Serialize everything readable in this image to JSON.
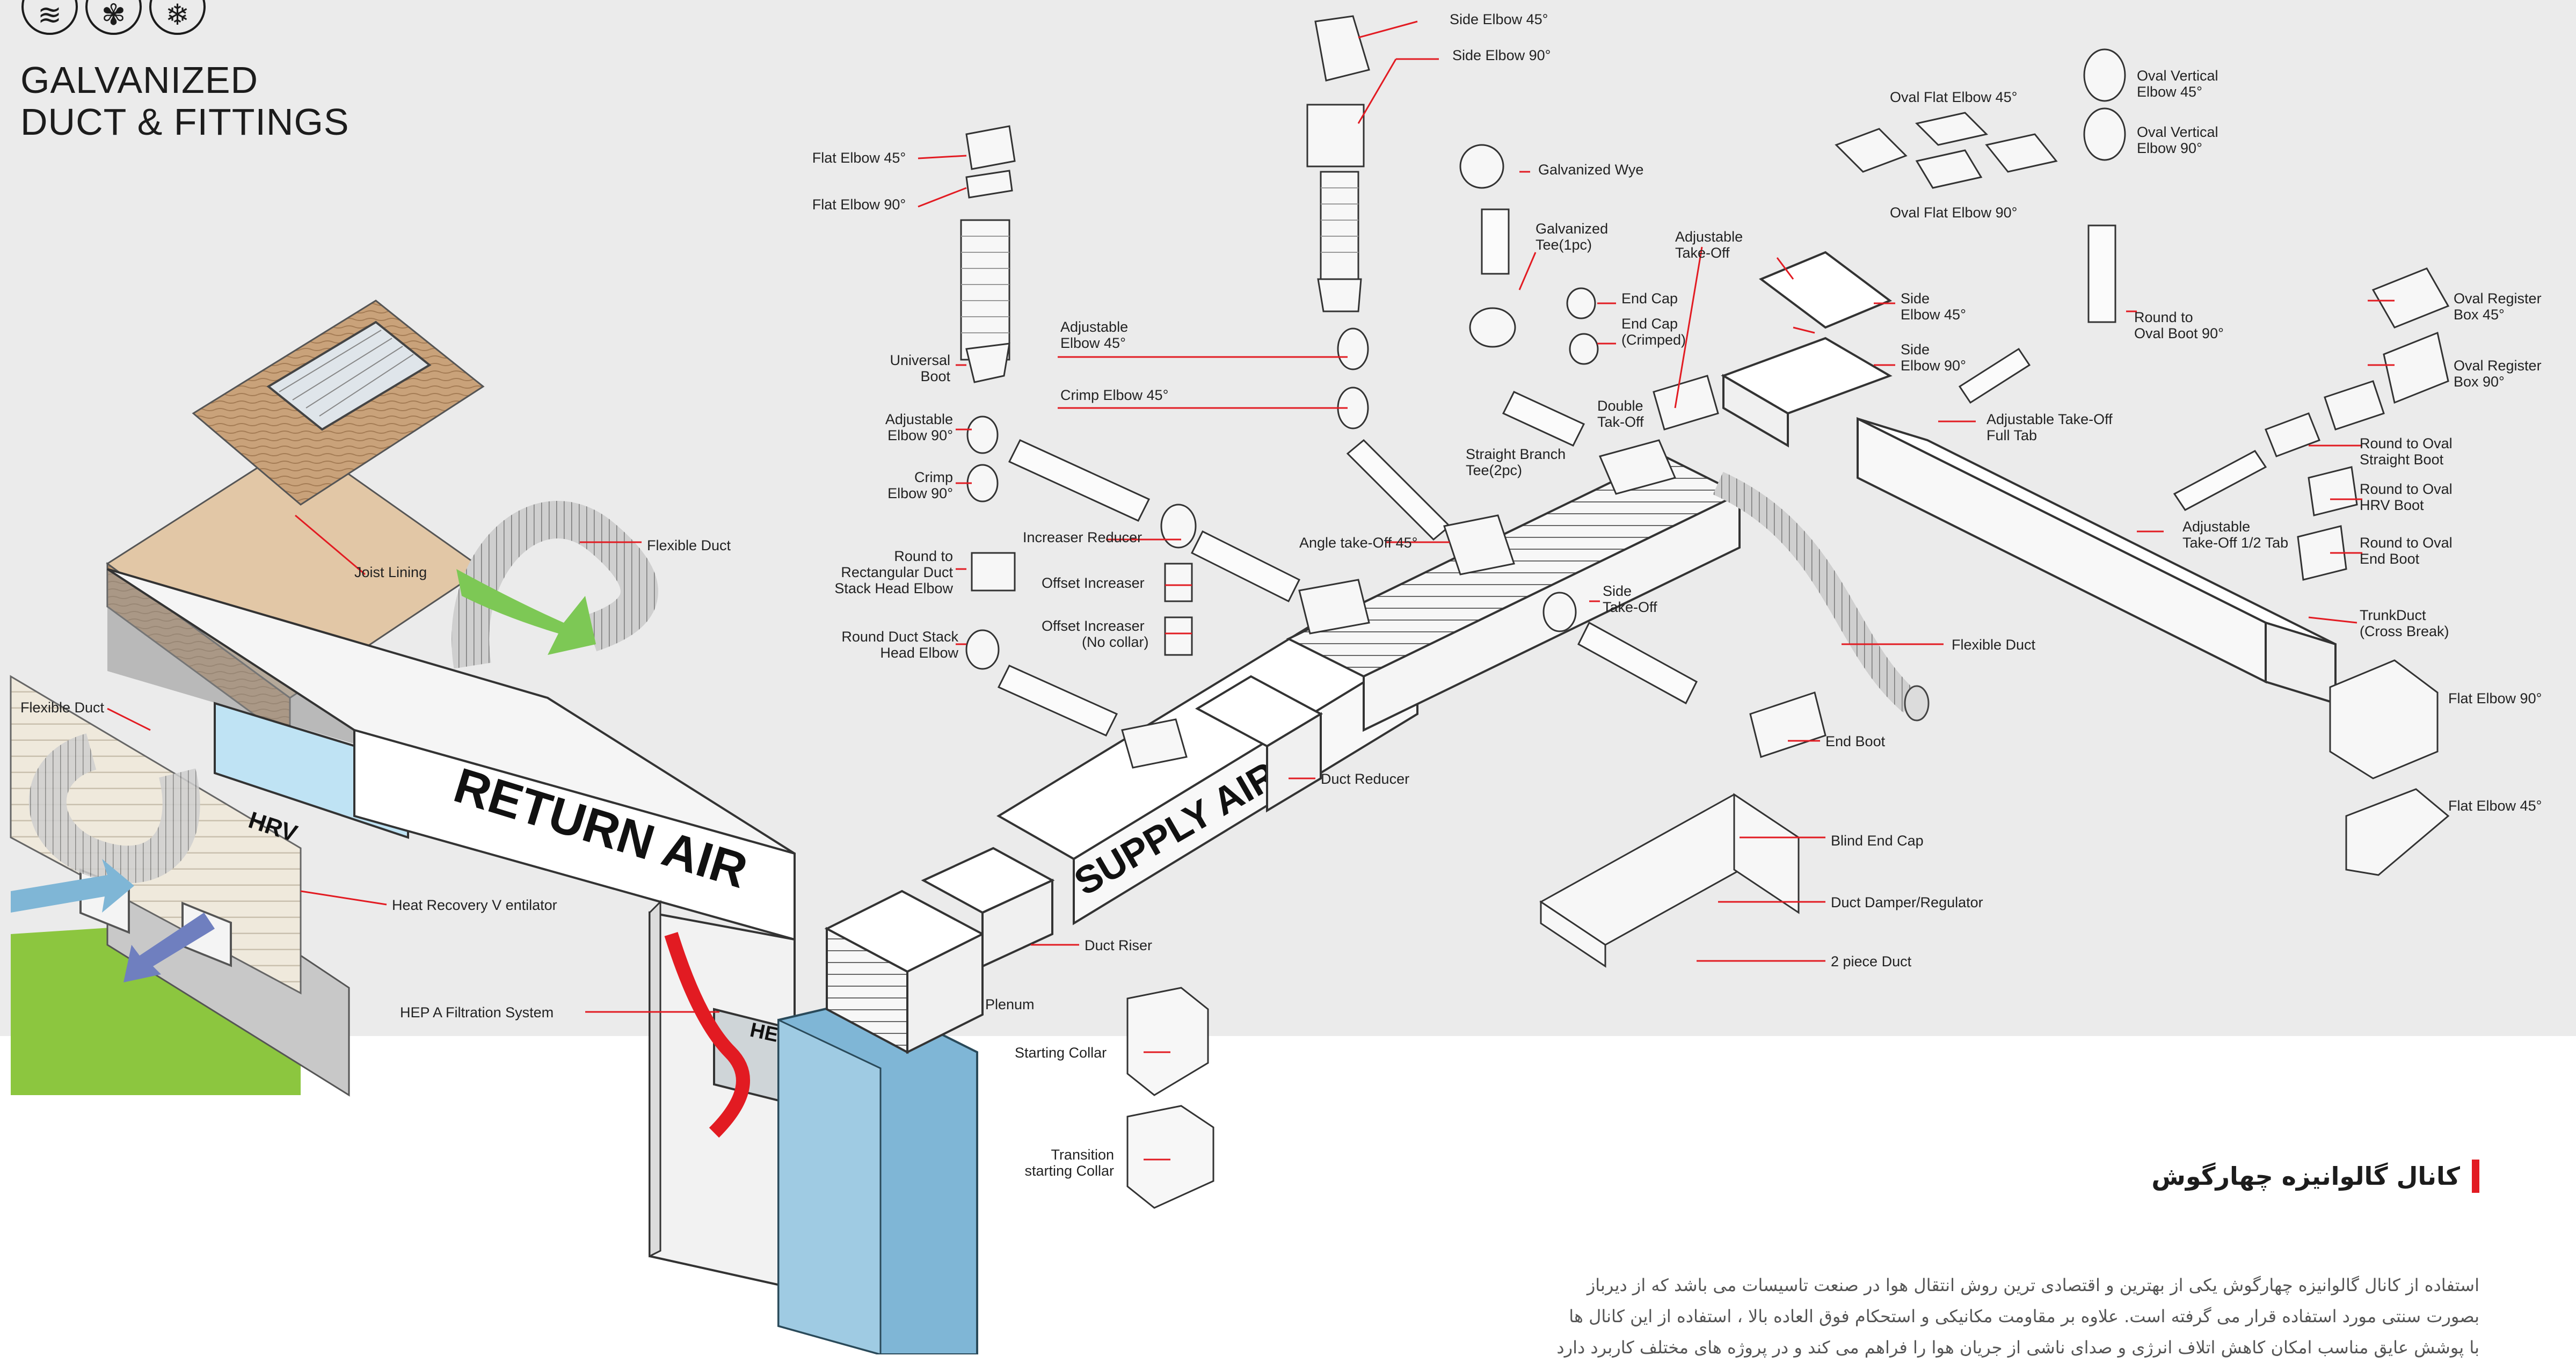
{
  "brand": {
    "line1": "GALVANIZED",
    "line2": "DUCT & FITTINGS",
    "icons": [
      "heat-waves-icon",
      "fan-icon",
      "snowflake-icon"
    ]
  },
  "labels": {
    "side_elbow_45_top": "Side Elbow 45°",
    "side_elbow_90_top": "Side Elbow 90°",
    "flat_elbow_45_left": "Flat Elbow 45°",
    "flat_elbow_90_left": "Flat Elbow 90°",
    "galvanized_wye": "Galvanized Wye",
    "galvanized_tee_1": "Galvanized",
    "galvanized_tee_2": "Tee(1pc)",
    "adjustable_takeoff_1": "Adjustable",
    "adjustable_takeoff_2": "Take-Off",
    "oval_flat_elbow_45": "Oval Flat Elbow 45°",
    "oval_flat_elbow_90": "Oval Flat Elbow 90°",
    "oval_vertical_elbow_45_1": "Oval Vertical",
    "oval_vertical_elbow_45_2": "Elbow 45°",
    "oval_vertical_elbow_90_1": "Oval Vertical",
    "oval_vertical_elbow_90_2": "Elbow 90°",
    "universal_boot_1": "Universal",
    "universal_boot_2": "Boot",
    "adjustable_elbow_45_1": "Adjustable",
    "adjustable_elbow_45_2": "Elbow 45°",
    "adjustable_elbow_90_1": "Adjustable",
    "adjustable_elbow_90_2": "Elbow 90°",
    "crimp_elbow_45": "Crimp Elbow 45°",
    "crimp_elbow_90_1": "Crimp",
    "crimp_elbow_90_2": "Elbow 90°",
    "end_cap": "End Cap",
    "end_cap_crimped_1": "End Cap",
    "end_cap_crimped_2": "(Crimped)",
    "side_elbow_45_mid_1": "Side",
    "side_elbow_45_mid_2": "Elbow 45°",
    "side_elbow_90_mid_1": "Side",
    "side_elbow_90_mid_2": "Elbow 90°",
    "round_to_oval_boot_90_1": "Round to",
    "round_to_oval_boot_90_2": "Oval Boot 90°",
    "oval_register_box_45_1": "Oval Register",
    "oval_register_box_45_2": "Box 45°",
    "oval_register_box_90_1": "Oval Register",
    "oval_register_box_90_2": "Box 90°",
    "double_takeoff_1": "Double",
    "double_takeoff_2": "Tak-Off",
    "straight_branch_tee_1": "Straight Branch",
    "straight_branch_tee_2": "Tee(2pc)",
    "adjustable_takeoff_fulltab_1": "Adjustable Take-Off",
    "adjustable_takeoff_fulltab_2": "Full Tab",
    "round_to_oval_straight_boot_1": "Round to Oval",
    "round_to_oval_straight_boot_2": "Straight Boot",
    "round_to_rect_1": "Round to",
    "round_to_rect_2": "Rectangular Duct",
    "round_to_rect_3": "Stack Head Elbow",
    "increaser_reducer": "Increaser Reducer",
    "offset_increaser": "Offset Increaser",
    "offset_increaser_nocollar_1": "Offset Increaser",
    "offset_increaser_nocollar_2": "(No collar)",
    "round_duct_stack_1": "Round Duct Stack",
    "round_duct_stack_2": "Head Elbow",
    "angle_takeoff_45": "Angle take-Off 45°",
    "side_takeoff_1": "Side",
    "side_takeoff_2": "Take-Off",
    "adjustable_takeoff_half_1": "Adjustable",
    "adjustable_takeoff_half_2": "Take-Off 1/2 Tab",
    "round_to_oval_hrv_boot_1": "Round to Oval",
    "round_to_oval_hrv_boot_2": "HRV Boot",
    "round_to_oval_end_boot_1": "Round to Oval",
    "round_to_oval_end_boot_2": "End Boot",
    "trunk_duct_1": "TrunkDuct",
    "trunk_duct_2": "(Cross Break)",
    "flexible_duct_right": "Flexible Duct",
    "flat_elbow_90_right": "Flat Elbow 90°",
    "joist_lining": "Joist Lining",
    "flexible_duct_top": "Flexible Duct",
    "flexible_duct_left": "Flexible Duct",
    "end_boot": "End Boot",
    "duct_reducer": "Duct Reducer",
    "flat_elbow_45_right": "Flat Elbow 45°",
    "blind_end_cap": "Blind End Cap",
    "heat_recovery": "Heat Recovery V   entilator",
    "duct_damper": "Duct Damper/Regulator",
    "duct_riser": "Duct Riser",
    "two_piece_duct": "2 piece Duct",
    "hepa_filtration": "HEP   A Filtration System",
    "plenum": "Plenum",
    "starting_collar": "Starting Collar",
    "transition_collar_1": "Transition",
    "transition_collar_2": "starting Collar",
    "return_air": "RETURN AIR",
    "supply_air": "SUPPLY AIR",
    "hrv": "HRV",
    "hepa": "HEPA"
  },
  "article": {
    "title": "کانال گالوانیزه چهارگوش",
    "line1": "استفاده از کانال گالوانیزه چهارگوش یکی از بهترین و اقتصادی ترین روش انتقال هوا در صنعت تاسیسات می باشد که از دیرباز",
    "line2": "بصورت سنتی مورد استفاده قرار می گرفته است. علاوه بر مقاومت مکانیکی و استحکام فوق العاده بالا ، استفاده از این کانال ها",
    "line3": "با پوشش عایق مناسب امکان کاهش اتلاف انرژی و صدای ناشی از جریان هوا را فراهم می کند و در پروژه های مختلف کاربرد دارد"
  },
  "colors": {
    "accent_red": "#e21b22",
    "band_grey": "#ebebeb",
    "plenum_blue": "#7fb6d6",
    "flex_green": "#7dc855"
  }
}
